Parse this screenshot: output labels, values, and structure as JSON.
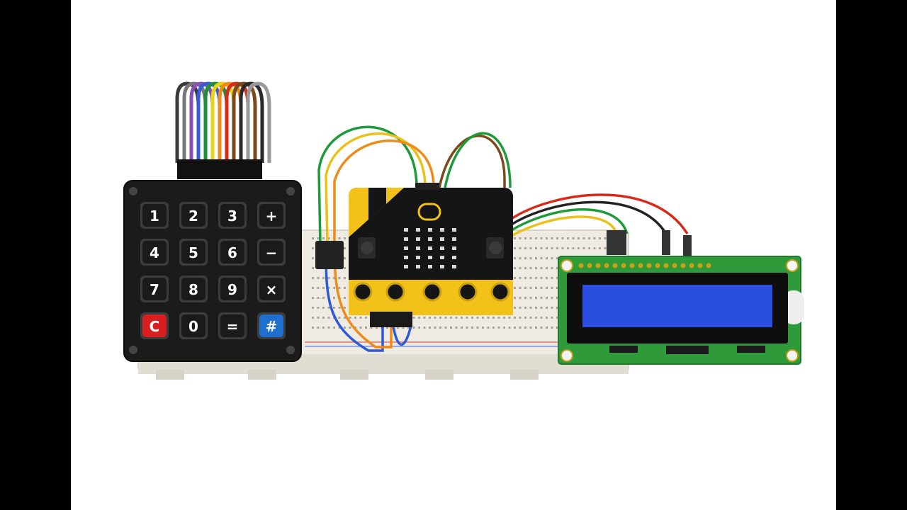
{
  "keypad": {
    "keys": [
      {
        "label": "1",
        "color": "#1a1a1a"
      },
      {
        "label": "2",
        "color": "#1a1a1a"
      },
      {
        "label": "3",
        "color": "#1a1a1a"
      },
      {
        "label": "+",
        "color": "#1a1a1a"
      },
      {
        "label": "4",
        "color": "#1a1a1a"
      },
      {
        "label": "5",
        "color": "#1a1a1a"
      },
      {
        "label": "6",
        "color": "#1a1a1a"
      },
      {
        "label": "−",
        "color": "#1a1a1a"
      },
      {
        "label": "7",
        "color": "#1a1a1a"
      },
      {
        "label": "8",
        "color": "#1a1a1a"
      },
      {
        "label": "9",
        "color": "#1a1a1a"
      },
      {
        "label": "×",
        "color": "#1a1a1a"
      },
      {
        "label": "C",
        "color": "#d81e1e"
      },
      {
        "label": "0",
        "color": "#1a1a1a"
      },
      {
        "label": "=",
        "color": "#1a1a1a"
      },
      {
        "label": "#",
        "color": "#1f6fd0"
      }
    ],
    "ribbon_colors": [
      "#3a3a3a",
      "#777777",
      "#8a4fb5",
      "#3b5bd6",
      "#1f8f3a",
      "#e8d21a",
      "#f08a1a",
      "#d92a1a",
      "#7a4a1a",
      "#2a2a2a",
      "#9a9a9a"
    ]
  },
  "colors": {
    "letterbox": "#000000",
    "background": "#ffffff",
    "microbit_board": "#151515",
    "microbit_edge": "#f2c21a",
    "lcd_pcb": "#2f9a3a",
    "lcd_screen": "#2a4fe0",
    "breadboard": "#efebe2"
  },
  "jumper_wires": [
    "#2b5ad8",
    "#f08a1a",
    "#1f9a3a",
    "#e8c21a",
    "#7a4a1a",
    "#222222",
    "#d82a1a"
  ]
}
